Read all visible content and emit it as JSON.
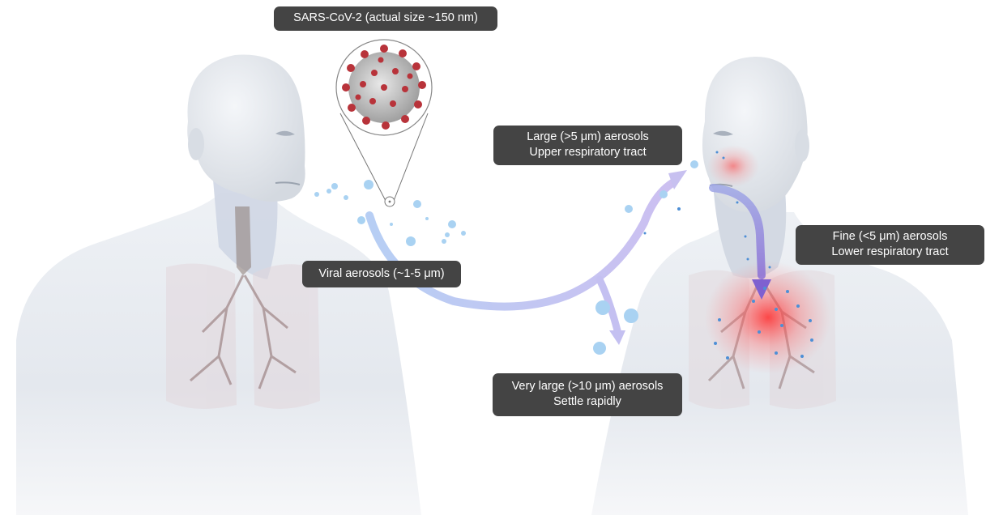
{
  "labels": {
    "virus": "SARS-CoV-2 (actual size ~150 nm)",
    "large_line1": "Large (>5 μm) aerosols",
    "large_line2": "Upper respiratory tract",
    "viral": "Viral aerosols (~1-5 μm)",
    "fine_line1": "Fine (<5 μm) aerosols",
    "fine_line2": "Lower respiratory tract",
    "very_large_line1": "Very large (>10 μm) aerosols",
    "very_large_line2": "Settle rapidly"
  },
  "colors": {
    "label_bg": "#444444",
    "label_text": "#ffffff",
    "body": "#e6eaef",
    "aerosol": "#a9d2f2",
    "arrow": "#b9b8ef",
    "infection": "#ff4a4a",
    "virus_spike": "#b8333a"
  }
}
